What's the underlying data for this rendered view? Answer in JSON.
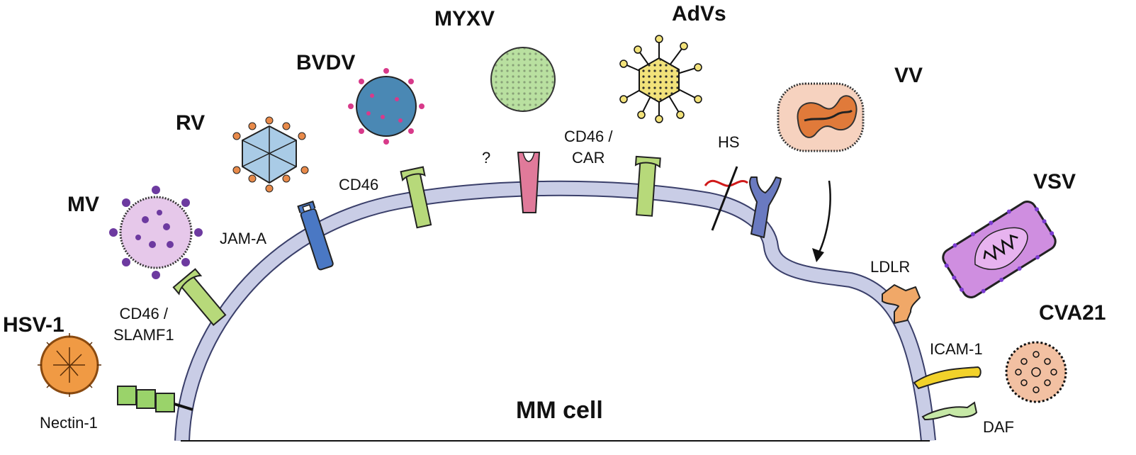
{
  "cell_label": "MM cell",
  "viruses": {
    "hsv1": "HSV-1",
    "mv": "MV",
    "rv": "RV",
    "bvdv": "BVDV",
    "myxv": "MYXV",
    "advs": "AdVs",
    "vv": "VV",
    "vsv": "VSV",
    "cva21": "CVA21"
  },
  "receptors": {
    "nectin1": "Nectin-1",
    "cd46_slamf1_line1": "CD46 /",
    "cd46_slamf1_line2": "SLAMF1",
    "jama": "JAM-A",
    "cd46": "CD46",
    "unknown": "?",
    "cd46_car_line1": "CD46 /",
    "cd46_car_line2": "CAR",
    "hs": "HS",
    "ldlr": "LDLR",
    "icam1": "ICAM-1",
    "daf": "DAF"
  },
  "colors": {
    "membrane": "#c9cde6",
    "membrane_stroke": "#3a3f6a",
    "cd46_receptor": "#b7d97a",
    "jama_receptor": "#4a78c4",
    "unknown_receptor": "#e07a9a",
    "hs_receptor": "#6a7ac0",
    "ldlr_receptor": "#f0a868",
    "icam1_receptor": "#f2d22a",
    "daf_receptor": "#c6e8a6",
    "nectin_receptor": "#9ad36a"
  }
}
